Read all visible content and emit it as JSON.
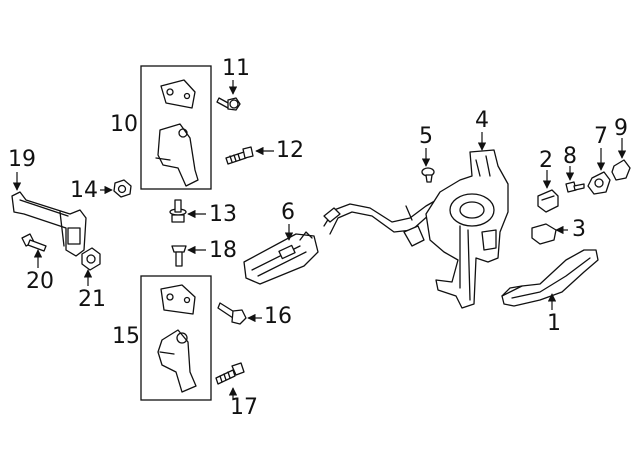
{
  "colors": {
    "line": "#111111",
    "background": "#ffffff"
  },
  "callouts": {
    "n1": "1",
    "n2": "2",
    "n3": "3",
    "n4": "4",
    "n5": "5",
    "n6": "6",
    "n7": "7",
    "n8": "8",
    "n9": "9",
    "n10": "10",
    "n11": "11",
    "n12": "12",
    "n13": "13",
    "n14": "14",
    "n15": "15",
    "n16": "16",
    "n17": "17",
    "n18": "18",
    "n19": "19",
    "n20": "20",
    "n21": "21"
  }
}
